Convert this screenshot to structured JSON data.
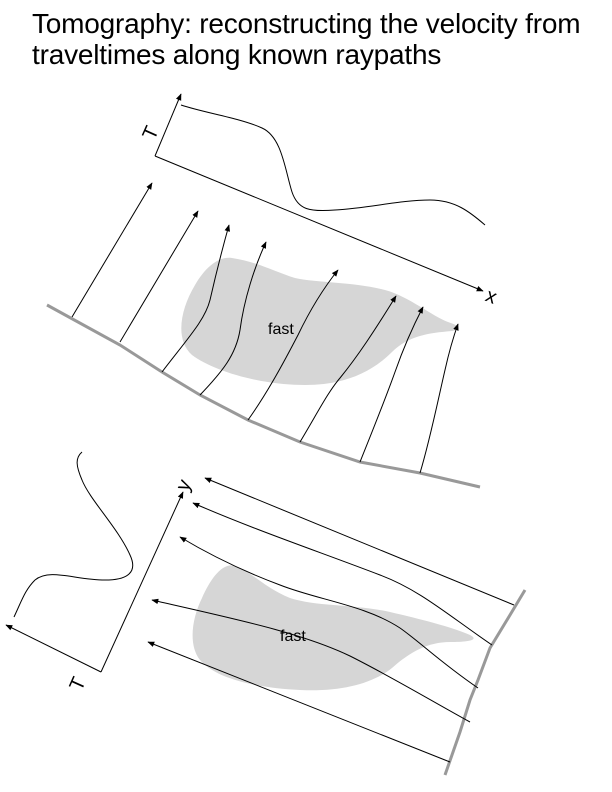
{
  "title": "Tomography: reconstructing the velocity from traveltimes along known raypaths",
  "top_panel": {
    "axis_t_label": "T",
    "axis_x_label": "x",
    "anomaly_label": "fast"
  },
  "bottom_panel": {
    "axis_y_label": "y",
    "axis_t_label": "T",
    "anomaly_label": "fast"
  },
  "colors": {
    "anomaly_fill": "#d6d6d6",
    "surface_stroke": "#999999",
    "line": "#000000"
  }
}
